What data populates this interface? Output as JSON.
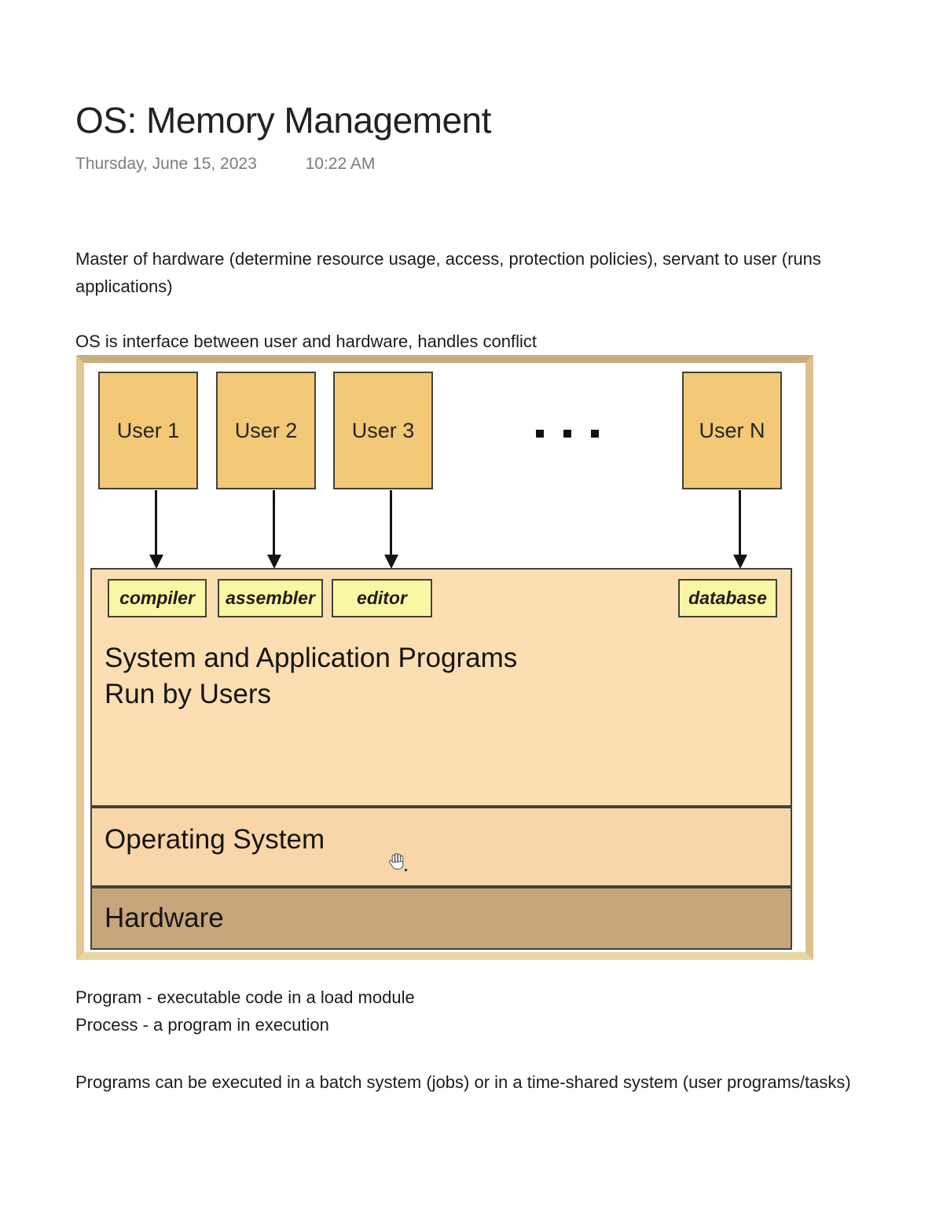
{
  "page": {
    "title": "OS: Memory Management",
    "date": "Thursday, June 15, 2023",
    "time": "10:22 AM"
  },
  "paragraphs": {
    "master": "Master of hardware (determine resource usage, access, protection policies), servant to user (runs applications)",
    "interface": "OS is interface between user and hardware, handles conflict",
    "program_def": "Program - executable code in a load module",
    "process_def": "Process - a program in execution",
    "execution": "Programs can be executed in a batch system (jobs) or in a time-shared system (user programs/tasks)"
  },
  "diagram": {
    "user_boxes": [
      "User 1",
      "User 2",
      "User 3",
      "User N"
    ],
    "tool_boxes": [
      "compiler",
      "assembler",
      "editor",
      "database"
    ],
    "programs_line1": "System and Application Programs",
    "programs_line2": "Run by Users",
    "os_label": "Operating System",
    "hardware_label": "Hardware",
    "icons": {
      "ellipsis": "three-square-dots",
      "hand_cursor": "open-hand-grab-cursor",
      "arrows": "arrow-down"
    },
    "colors": {
      "user_box_fill": "#f3c876",
      "tool_box_fill": "#f9f7a3",
      "programs_fill": "#fbdfb2",
      "os_fill": "#f9d6a9",
      "hardware_fill": "#c7a57c",
      "box_border": "#42423a",
      "frame_tan": "#d9bd8e"
    }
  }
}
